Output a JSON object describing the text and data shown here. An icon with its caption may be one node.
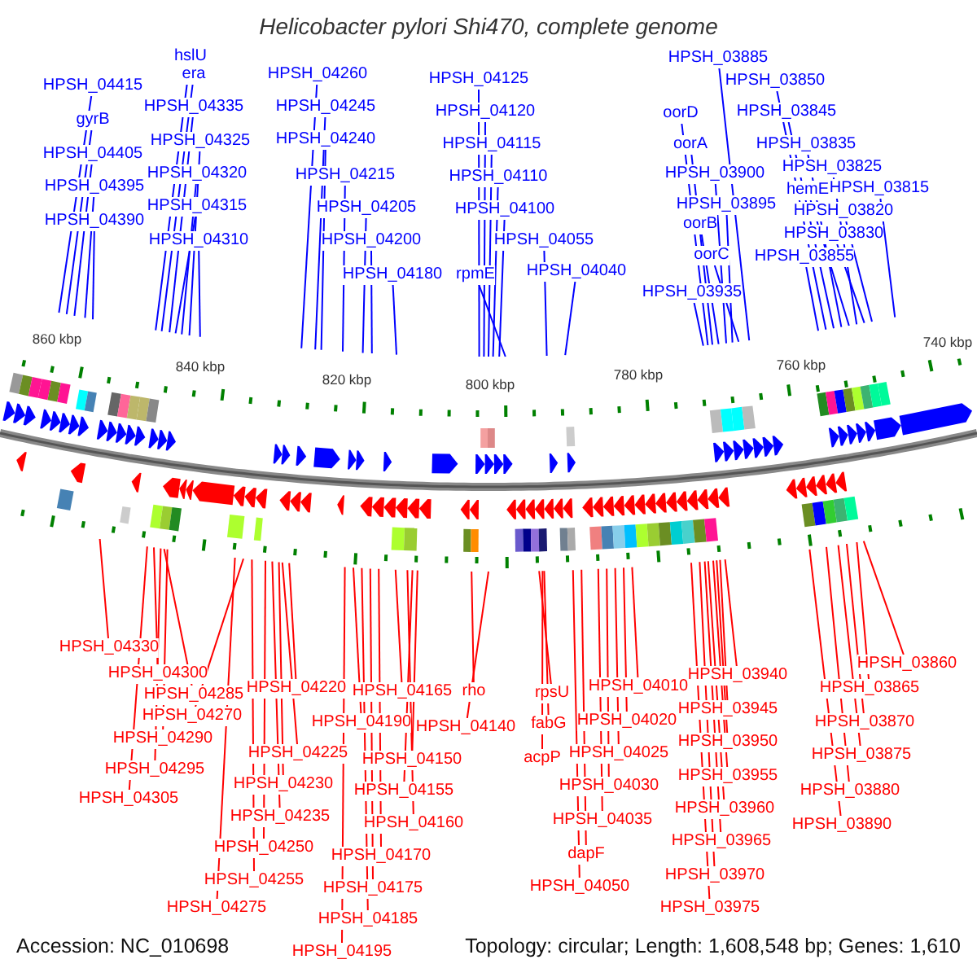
{
  "diagram": {
    "title": "Helicobacter pylori Shi470, complete genome",
    "nodes": [
      {
        "text": [
          "HPSH_04415"
        ]
      },
      {
        "text": [
          "gyrB"
        ]
      },
      {
        "text": [
          "HPSH_04405"
        ]
      },
      {
        "text": [
          "HPSH_04395"
        ]
      },
      {
        "text": [
          "HPSH_04390"
        ]
      },
      {
        "text": [
          "hslU"
        ]
      },
      {
        "text": [
          "era"
        ]
      },
      {
        "text": [
          "HPSH_04335"
        ]
      },
      {
        "text": [
          "HPSH_04325"
        ]
      },
      {
        "text": [
          "HPSH_04320"
        ]
      },
      {
        "text": [
          "HPSH_04315"
        ]
      },
      {
        "text": [
          "HPSH_04310"
        ]
      },
      {
        "text": [
          "HPSH_04260"
        ]
      },
      {
        "text": [
          "HPSH_04245"
        ]
      },
      {
        "text": [
          "HPSH_04240"
        ]
      },
      {
        "text": [
          "HPSH_04215"
        ]
      },
      {
        "text": [
          "HPSH_04205"
        ]
      },
      {
        "text": [
          "HPSH_04200"
        ]
      },
      {
        "text": [
          "HPSH_04180"
        ]
      },
      {
        "text": [
          "HPSH_04125"
        ]
      },
      {
        "text": [
          "HPSH_04120"
        ]
      },
      {
        "text": [
          "HPSH_04115"
        ]
      },
      {
        "text": [
          "HPSH_04110"
        ]
      },
      {
        "text": [
          "HPSH_04100"
        ]
      },
      {
        "text": [
          "rpmE"
        ]
      },
      {
        "text": [
          "HPSH_04055"
        ]
      },
      {
        "text": [
          "HPSH_04040"
        ]
      },
      {
        "text": [
          "HPSH_03885"
        ]
      },
      {
        "text": [
          "HPSH_03850"
        ]
      },
      {
        "text": [
          "oorD"
        ]
      },
      {
        "text": [
          "HPSH_03845"
        ]
      },
      {
        "text": [
          "oorA"
        ]
      },
      {
        "text": [
          "HPSH_03835"
        ]
      },
      {
        "text": [
          "HPSH_03900"
        ]
      },
      {
        "text": [
          "HPSH_03825"
        ]
      },
      {
        "text": [
          "hemE"
        ]
      },
      {
        "text": [
          "HPSH_03815"
        ]
      },
      {
        "text": [
          "HPSH_03895"
        ]
      },
      {
        "text": [
          "HPSH_03820"
        ]
      },
      {
        "text": [
          "oorB"
        ]
      },
      {
        "text": [
          "HPSH_03830"
        ]
      },
      {
        "text": [
          "oorC"
        ]
      },
      {
        "text": [
          "HPSH_03855"
        ]
      },
      {
        "text": [
          "HPSH_03935"
        ]
      },
      {
        "text": [
          "HPSH_04330"
        ]
      },
      {
        "text": [
          "HPSH_04300"
        ]
      },
      {
        "text": [
          "HPSH_04220"
        ]
      },
      {
        "text": [
          "HPSH_04165"
        ]
      },
      {
        "text": [
          "rho"
        ]
      },
      {
        "text": [
          "rpsU"
        ]
      },
      {
        "text": [
          "HPSH_04010"
        ]
      },
      {
        "text": [
          "HPSH_03940"
        ]
      },
      {
        "text": [
          "HPSH_03860"
        ]
      },
      {
        "text": [
          "HPSH_03865"
        ]
      },
      {
        "text": [
          "HPSH_04285"
        ]
      },
      {
        "text": [
          "HPSH_04270"
        ]
      },
      {
        "text": [
          "HPSH_04190"
        ]
      },
      {
        "text": [
          "HPSH_04140"
        ]
      },
      {
        "text": [
          "fabG"
        ]
      },
      {
        "text": [
          "HPSH_04020"
        ]
      },
      {
        "text": [
          "HPSH_03945"
        ]
      },
      {
        "text": [
          "HPSH_03870"
        ]
      },
      {
        "text": [
          "HPSH_04290"
        ]
      },
      {
        "text": [
          "HPSH_04225"
        ]
      },
      {
        "text": [
          "HPSH_04150"
        ]
      },
      {
        "text": [
          "acpP"
        ]
      },
      {
        "text": [
          "HPSH_04025"
        ]
      },
      {
        "text": [
          "HPSH_03950"
        ]
      },
      {
        "text": [
          "HPSH_03875"
        ]
      },
      {
        "text": [
          "HPSH_04295"
        ]
      },
      {
        "text": [
          "HPSH_04230"
        ]
      },
      {
        "text": [
          "HPSH_04155"
        ]
      },
      {
        "text": [
          "HPSH_04030"
        ]
      },
      {
        "text": [
          "HPSH_03955"
        ]
      },
      {
        "text": [
          "HPSH_03880"
        ]
      },
      {
        "text": [
          "HPSH_04305"
        ]
      },
      {
        "text": [
          "HPSH_04235"
        ]
      },
      {
        "text": [
          "HPSH_04160"
        ]
      },
      {
        "text": [
          "HPSH_04035"
        ]
      },
      {
        "text": [
          "HPSH_03960"
        ]
      },
      {
        "text": [
          "HPSH_03890"
        ]
      },
      {
        "text": [
          "HPSH_04250"
        ]
      },
      {
        "text": [
          "HPSH_04170"
        ]
      },
      {
        "text": [
          "dapF"
        ]
      },
      {
        "text": [
          "HPSH_03965"
        ]
      },
      {
        "text": [
          "HPSH_04255"
        ]
      },
      {
        "text": [
          "HPSH_04175"
        ]
      },
      {
        "text": [
          "HPSH_04050"
        ]
      },
      {
        "text": [
          "HPSH_03970"
        ]
      },
      {
        "text": [
          "HPSH_04275"
        ]
      },
      {
        "text": [
          "HPSH_04185"
        ]
      },
      {
        "text": [
          "HPSH_03975"
        ]
      },
      {
        "text": [
          "HPSH_04195"
        ]
      }
    ],
    "edges": [
      {
        "from": 0,
        "to": null,
        "arrow": "none",
        "color": "#0000ff"
      },
      {
        "from": 1,
        "to": null,
        "arrow": "none",
        "color": "#0000ff"
      },
      {
        "from": 2,
        "to": null,
        "arrow": "none",
        "color": "#0000ff"
      },
      {
        "from": 3,
        "to": null,
        "arrow": "none",
        "color": "#0000ff"
      },
      {
        "from": 4,
        "to": null,
        "arrow": "none",
        "color": "#0000ff"
      },
      {
        "from": 5,
        "to": null,
        "arrow": "none",
        "color": "#0000ff"
      },
      {
        "from": 6,
        "to": null,
        "arrow": "none",
        "color": "#0000ff"
      },
      {
        "from": 7,
        "to": null,
        "arrow": "none",
        "color": "#0000ff"
      },
      {
        "from": 8,
        "to": null,
        "arrow": "none",
        "color": "#0000ff"
      },
      {
        "from": 9,
        "to": null,
        "arrow": "none",
        "color": "#0000ff"
      },
      {
        "from": 10,
        "to": null,
        "arrow": "none",
        "color": "#0000ff"
      },
      {
        "from": 11,
        "to": null,
        "arrow": "none",
        "color": "#0000ff"
      },
      {
        "from": 12,
        "to": null,
        "arrow": "none",
        "color": "#0000ff"
      },
      {
        "from": 13,
        "to": null,
        "arrow": "none",
        "color": "#0000ff"
      },
      {
        "from": 14,
        "to": null,
        "arrow": "none",
        "color": "#0000ff"
      },
      {
        "from": 15,
        "to": null,
        "arrow": "none",
        "color": "#0000ff"
      },
      {
        "from": 16,
        "to": null,
        "arrow": "none",
        "color": "#0000ff"
      },
      {
        "from": 17,
        "to": null,
        "arrow": "none",
        "color": "#0000ff"
      },
      {
        "from": 18,
        "to": null,
        "arrow": "none",
        "color": "#0000ff"
      },
      {
        "from": 19,
        "to": null,
        "arrow": "none",
        "color": "#0000ff"
      },
      {
        "from": 20,
        "to": null,
        "arrow": "none",
        "color": "#0000ff"
      },
      {
        "from": 21,
        "to": null,
        "arrow": "none",
        "color": "#0000ff"
      },
      {
        "from": 22,
        "to": null,
        "arrow": "none",
        "color": "#0000ff"
      },
      {
        "from": 23,
        "to": null,
        "arrow": "none",
        "color": "#0000ff"
      },
      {
        "from": 24,
        "to": null,
        "arrow": "none",
        "color": "#0000ff"
      },
      {
        "from": 25,
        "to": null,
        "arrow": "none",
        "color": "#0000ff"
      },
      {
        "from": 26,
        "to": null,
        "arrow": "none",
        "color": "#0000ff"
      },
      {
        "from": 27,
        "to": null,
        "arrow": "none",
        "color": "#0000ff"
      },
      {
        "from": 28,
        "to": null,
        "arrow": "none",
        "color": "#0000ff"
      },
      {
        "from": 29,
        "to": null,
        "arrow": "none",
        "color": "#0000ff"
      },
      {
        "from": 30,
        "to": null,
        "arrow": "none",
        "color": "#0000ff"
      },
      {
        "from": 31,
        "to": null,
        "arrow": "none",
        "color": "#0000ff"
      },
      {
        "from": 32,
        "to": null,
        "arrow": "none",
        "color": "#0000ff"
      },
      {
        "from": 33,
        "to": null,
        "arrow": "none",
        "color": "#0000ff"
      },
      {
        "from": 34,
        "to": null,
        "arrow": "none",
        "color": "#0000ff"
      },
      {
        "from": 35,
        "to": null,
        "arrow": "none",
        "color": "#0000ff"
      },
      {
        "from": 36,
        "to": null,
        "arrow": "none",
        "color": "#0000ff"
      },
      {
        "from": 37,
        "to": null,
        "arrow": "none",
        "color": "#0000ff"
      },
      {
        "from": 38,
        "to": null,
        "arrow": "none",
        "color": "#0000ff"
      },
      {
        "from": 39,
        "to": null,
        "arrow": "none",
        "color": "#0000ff"
      },
      {
        "from": 40,
        "to": null,
        "arrow": "none",
        "color": "#0000ff"
      },
      {
        "from": 41,
        "to": null,
        "arrow": "none",
        "color": "#0000ff"
      },
      {
        "from": 42,
        "to": null,
        "arrow": "none",
        "color": "#0000ff"
      },
      {
        "from": 43,
        "to": null,
        "arrow": "none",
        "color": "#0000ff"
      },
      {
        "from": 44,
        "to": null,
        "arrow": "none"
      },
      {
        "from": 45,
        "to": null,
        "arrow": "none"
      },
      {
        "from": 46,
        "to": null,
        "arrow": "none"
      },
      {
        "from": 47,
        "to": null,
        "arrow": "none"
      },
      {
        "from": 48,
        "to": null,
        "arrow": "none"
      },
      {
        "from": 49,
        "to": null,
        "arrow": "none"
      },
      {
        "from": 50,
        "to": null,
        "arrow": "none"
      },
      {
        "from": 51,
        "to": null,
        "arrow": "none"
      },
      {
        "from": 52,
        "to": null,
        "arrow": "none"
      },
      {
        "from": 53,
        "to": null,
        "arrow": "none"
      },
      {
        "from": 54,
        "to": null,
        "arrow": "none"
      },
      {
        "from": 55,
        "to": null,
        "arrow": "none"
      },
      {
        "from": 56,
        "to": null,
        "arrow": "none"
      },
      {
        "from": 57,
        "to": null,
        "arrow": "none"
      },
      {
        "from": 58,
        "to": null,
        "arrow": "none"
      },
      {
        "from": 59,
        "to": null,
        "arrow": "none"
      },
      {
        "from": 60,
        "to": null,
        "arrow": "none"
      },
      {
        "from": 61,
        "to": null,
        "arrow": "none"
      },
      {
        "from": 62,
        "to": null,
        "arrow": "none"
      },
      {
        "from": 63,
        "to": null,
        "arrow": "none"
      },
      {
        "from": 64,
        "to": null,
        "arrow": "none"
      },
      {
        "from": 65,
        "to": null,
        "arrow": "none"
      },
      {
        "from": 66,
        "to": null,
        "arrow": "none"
      },
      {
        "from": 67,
        "to": null,
        "arrow": "none"
      },
      {
        "from": 68,
        "to": null,
        "arrow": "none"
      },
      {
        "from": 69,
        "to": null,
        "arrow": "none"
      },
      {
        "from": 70,
        "to": null,
        "arrow": "none"
      },
      {
        "from": 71,
        "to": null,
        "arrow": "none"
      },
      {
        "from": 72,
        "to": null,
        "arrow": "none"
      },
      {
        "from": 73,
        "to": null,
        "arrow": "none"
      },
      {
        "from": 74,
        "to": null,
        "arrow": "none"
      },
      {
        "from": 75,
        "to": null,
        "arrow": "none"
      },
      {
        "from": 76,
        "to": null,
        "arrow": "none"
      },
      {
        "from": 77,
        "to": null,
        "arrow": "none"
      },
      {
        "from": 78,
        "to": null,
        "arrow": "none"
      },
      {
        "from": 79,
        "to": null,
        "arrow": "none"
      },
      {
        "from": 80,
        "to": null,
        "arrow": "none"
      },
      {
        "from": 81,
        "to": null,
        "arrow": "none"
      },
      {
        "from": 82,
        "to": null,
        "arrow": "none"
      },
      {
        "from": 83,
        "to": null,
        "arrow": "none"
      },
      {
        "from": 84,
        "to": null,
        "arrow": "none"
      },
      {
        "from": 85,
        "to": null,
        "arrow": "none"
      },
      {
        "from": 86,
        "to": null,
        "arrow": "none"
      },
      {
        "from": 87,
        "to": null,
        "arrow": "none"
      },
      {
        "from": 88,
        "to": null,
        "arrow": "none"
      },
      {
        "from": 89,
        "to": null,
        "arrow": "none"
      },
      {
        "from": 90,
        "to": null,
        "arrow": "none"
      },
      {
        "from": 91,
        "to": null,
        "arrow": "none"
      },
      {
        "from": 92,
        "to": null,
        "arrow": "none"
      }
    ],
    "labels": [
      "860 kbp",
      "840 kbp",
      "820 kbp",
      "800 kbp",
      "780 kbp",
      "760 kbp",
      "740 kbp",
      "Accession: NC_010698",
      "Topology: circular; Length: 1,608,548 bp; Genes: 1,610"
    ]
  }
}
